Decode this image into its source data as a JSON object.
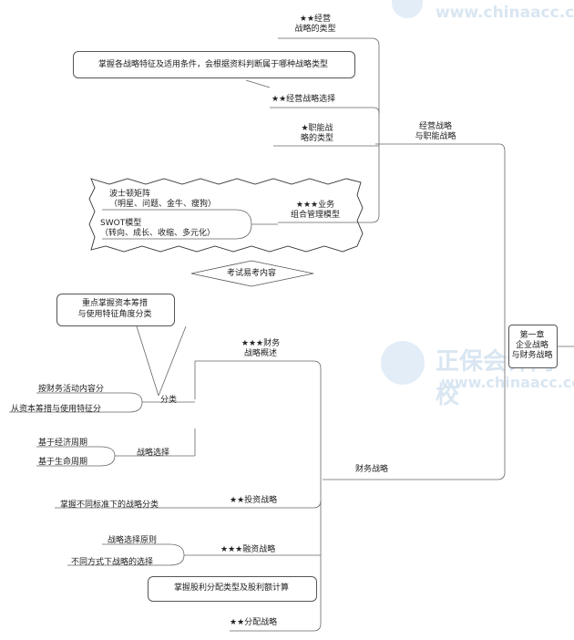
{
  "center": {
    "line1": "第一章",
    "line2": "企业战略",
    "line3": "与财务战略"
  },
  "branch_operating": {
    "label_line1": "经营战略",
    "label_line2": "与职能战略",
    "type_line1": "★★经营",
    "type_line2": "战略的类型",
    "type_note": "掌握各战略特征及适用条件，会根据资料判断属于哪种战略类型",
    "choice": "★★经营战略选择",
    "functional_line1": "★职能战",
    "functional_line2": "略的类型",
    "portfolio_line1": "★★★业务",
    "portfolio_line2": "组合管理模型",
    "bcg_line1": "波士顿矩阵",
    "bcg_line2": "（明星、问题、金牛、瘦狗）",
    "swot_line1": "SWOT模型",
    "swot_line2": "（转向、成长、收缩、多元化）",
    "exam_badge": "考试易考内容"
  },
  "branch_financial": {
    "label": "财务战略",
    "overview_line1": "★★★财务",
    "overview_line2": "战略概述",
    "classification": "分类",
    "class_note_line1": "重点掌握资本筹措",
    "class_note_line2": "与使用特征角度分类",
    "by_activity": "按财务活动内容分",
    "by_capital": "从资本筹措与使用特征分",
    "choice": "战略选择",
    "by_economic": "基于经济周期",
    "by_lifecycle": "基于生命周期",
    "investment": "★★投资战略",
    "investment_note": "掌握不同标准下的战略分类",
    "financing": "★★★融资战略",
    "financing_principle": "战略选择原则",
    "financing_modes": "不同方式下战略的选择",
    "distribution": "★★分配战略",
    "distribution_note": "掌握股利分配类型及股利额计算"
  },
  "watermark": {
    "brand": "正保会计网校",
    "url": "www.chinaacc.com"
  },
  "colors": {
    "line": "#666666",
    "watermark": "#d9e6f2"
  }
}
